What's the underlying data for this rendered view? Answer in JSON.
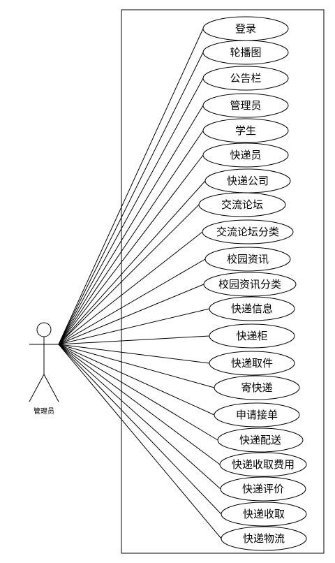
{
  "actor": {
    "label": "管理员"
  },
  "use_cases": [
    "登录",
    "轮播图",
    "公告栏",
    "管理员",
    "学生",
    "快递员",
    "快递公司",
    "交流论坛",
    "交流论坛分类",
    "校园资讯",
    "校园资讯分类",
    "快递信息",
    "快递柜",
    "快递取件",
    "寄快递",
    "申请接单",
    "快递配送",
    "快递收取费用",
    "快递评价",
    "快递收取",
    "快递物流"
  ]
}
